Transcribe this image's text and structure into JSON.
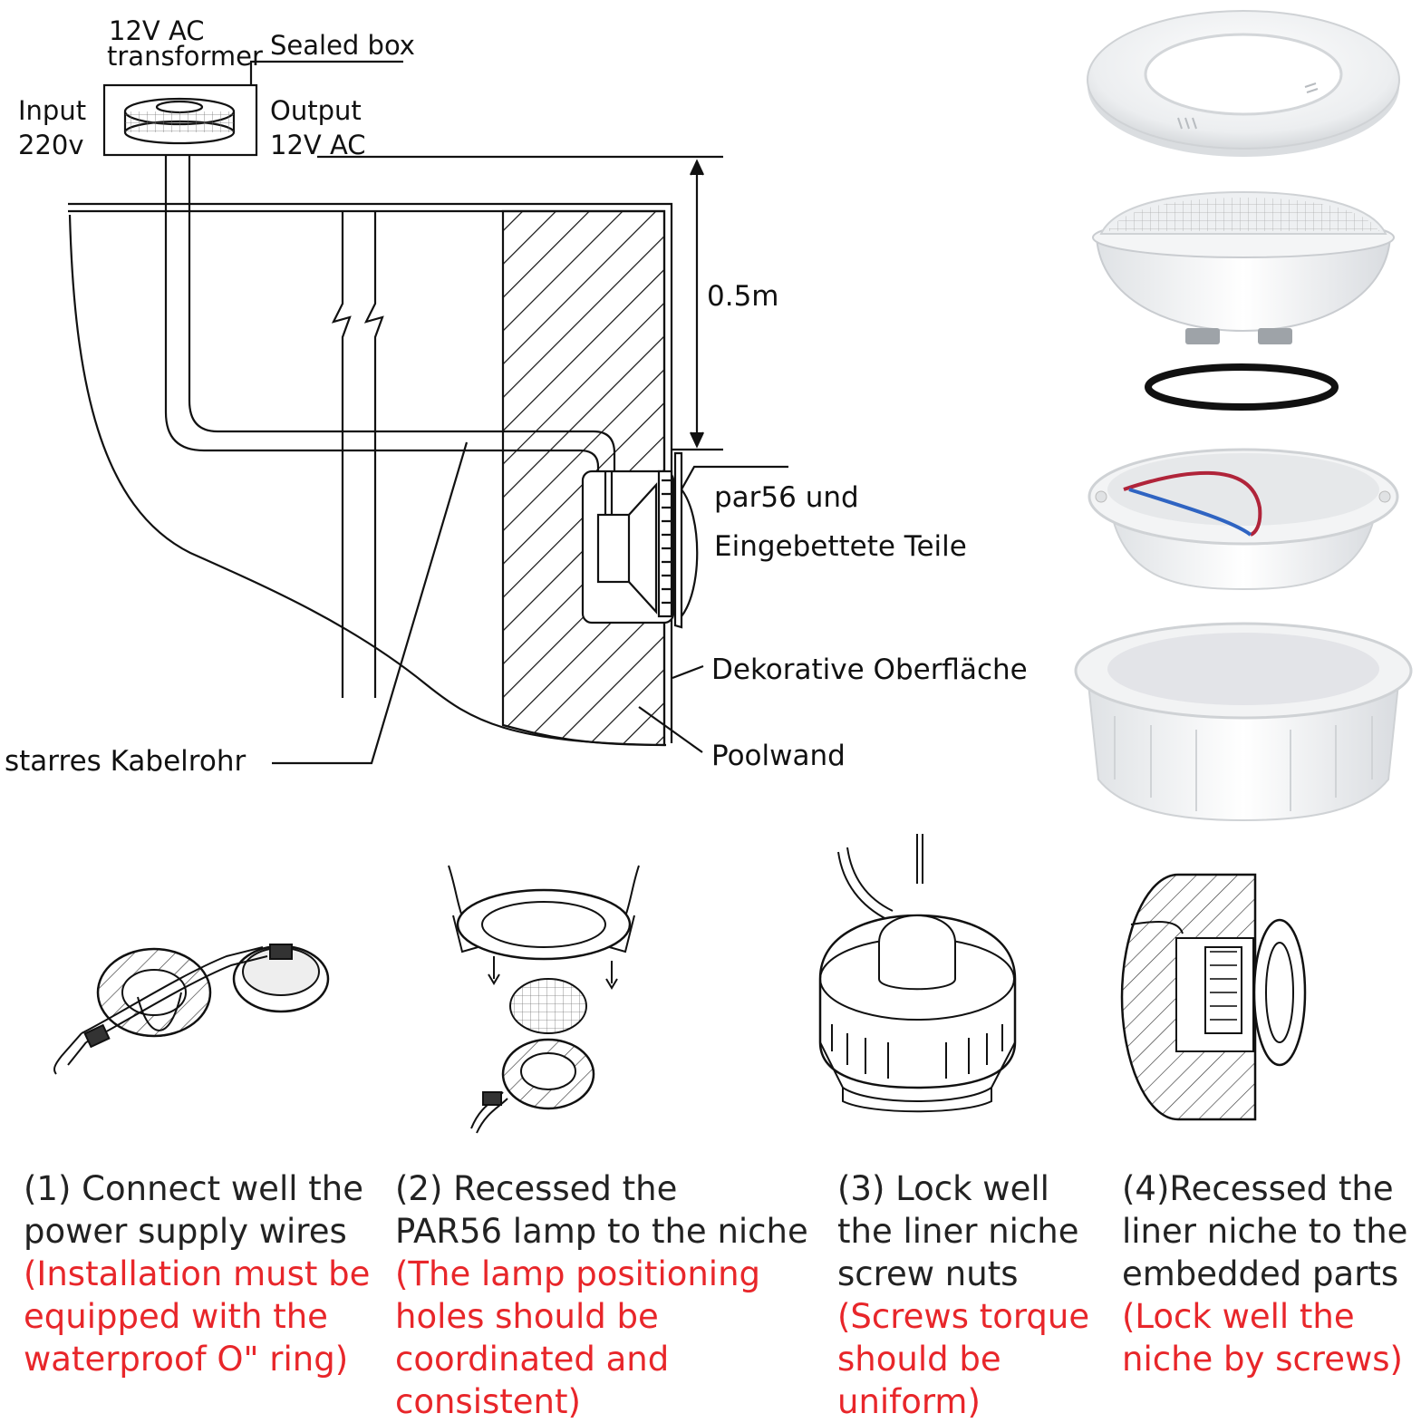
{
  "diagram": {
    "label_transformer": [
      "12V AC",
      "transformer"
    ],
    "label_sealed_box": "Sealed box",
    "label_input": [
      "Input",
      "220v"
    ],
    "label_output": [
      "Output",
      "12V AC"
    ],
    "label_depth": "0.5m",
    "label_par56": [
      "par56 und",
      "Eingebettete Teile"
    ],
    "label_surface": "Dekorative Oberfläche",
    "label_wall": "Poolwand",
    "label_conduit": "starres Kabelrohr"
  },
  "products": {
    "parts": [
      "face-ring-cover",
      "par56-lamp",
      "o-ring",
      "embedded-wiring-housing",
      "liner-niche"
    ]
  },
  "steps": [
    {
      "black": [
        "(1) Connect well the",
        "power supply wires"
      ],
      "red": [
        "(Installation must be",
        "equipped with the",
        "waterproof O\" ring)"
      ]
    },
    {
      "black": [
        "(2) Recessed the",
        "PAR56 lamp to the niche"
      ],
      "red": [
        "(The lamp positioning",
        "holes should be",
        "coordinated and",
        "consistent)"
      ]
    },
    {
      "black": [
        "(3) Lock well",
        "the liner niche",
        "screw nuts"
      ],
      "red": [
        "(Screws torque",
        "should be",
        "uniform)"
      ]
    },
    {
      "black": [
        "(4)Recessed the",
        "liner niche to the",
        "embedded parts"
      ],
      "red": [
        "(Lock well the",
        "niche by screws)"
      ]
    }
  ],
  "colors": {
    "instruction_red": "#e8262a",
    "line": "#111111"
  }
}
